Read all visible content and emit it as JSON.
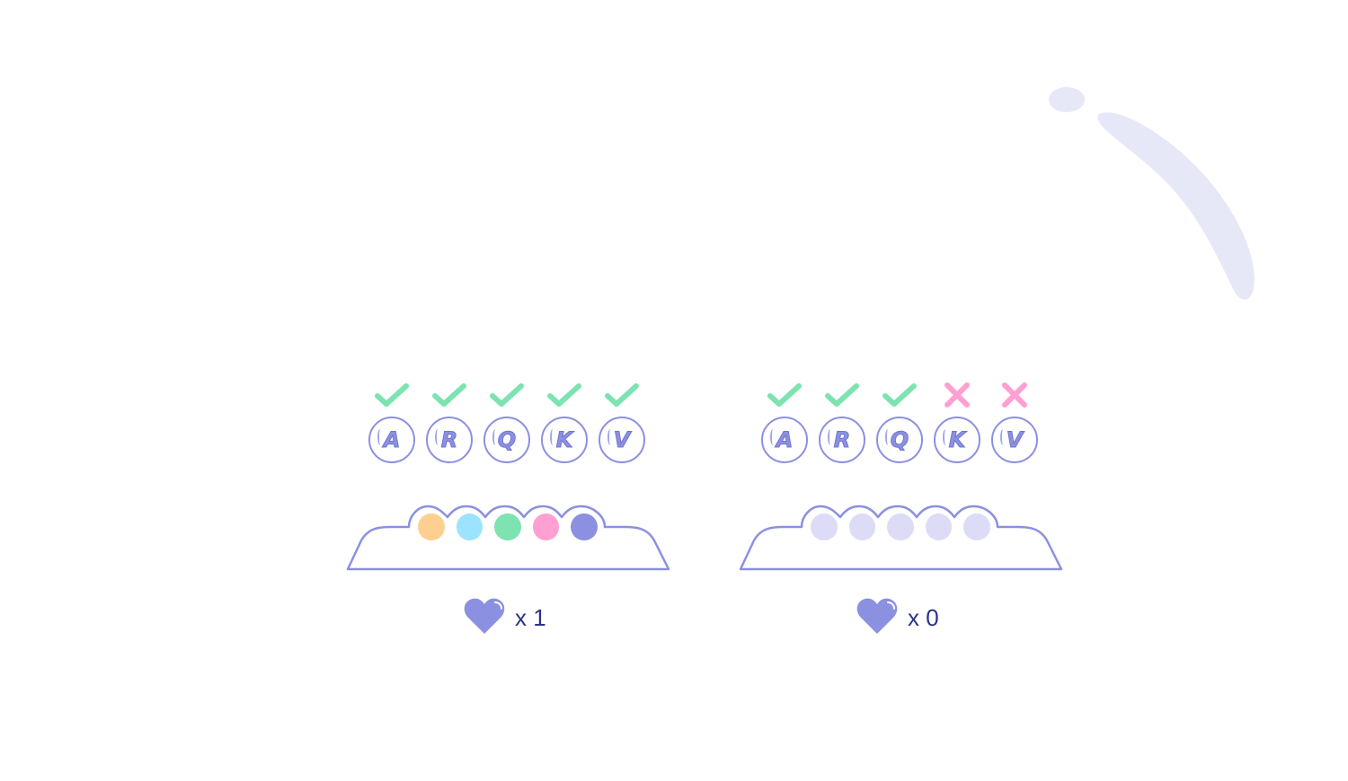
{
  "colors": {
    "accent": "#8c90e0",
    "check": "#7de3b0",
    "cross": "#ff9fd2",
    "text": "#2c3385",
    "empty_dot": "#dcdcf7",
    "decor": "#e6e7f7"
  },
  "rounds": [
    {
      "letters": [
        {
          "char": "A",
          "result": "check"
        },
        {
          "char": "R",
          "result": "check"
        },
        {
          "char": "Q",
          "result": "check"
        },
        {
          "char": "K",
          "result": "check"
        },
        {
          "char": "V",
          "result": "check"
        }
      ],
      "dots": [
        "#ffcf91",
        "#9ce3ff",
        "#7de3b0",
        "#ff9fd2",
        "#8c90e0"
      ],
      "lives_icon": "heart-icon",
      "lives_label": "x 1"
    },
    {
      "letters": [
        {
          "char": "A",
          "result": "check"
        },
        {
          "char": "R",
          "result": "check"
        },
        {
          "char": "Q",
          "result": "check"
        },
        {
          "char": "K",
          "result": "cross"
        },
        {
          "char": "V",
          "result": "cross"
        }
      ],
      "dots": [
        "#dcdcf7",
        "#dcdcf7",
        "#dcdcf7",
        "#dcdcf7",
        "#dcdcf7"
      ],
      "lives_icon": "heart-icon",
      "lives_label": "x 0"
    }
  ]
}
